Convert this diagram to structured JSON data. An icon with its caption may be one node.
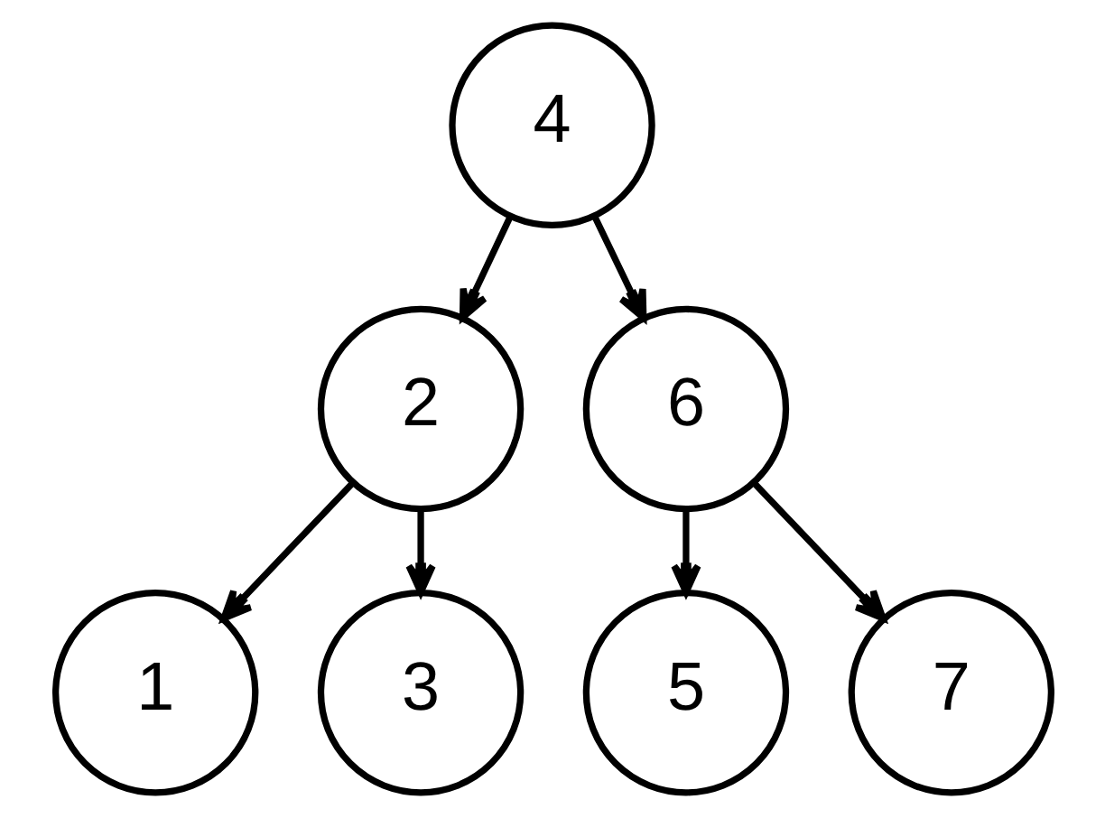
{
  "diagram": {
    "nodes": [
      {
        "text": [
          "4"
        ]
      },
      {
        "text": [
          "2"
        ]
      },
      {
        "text": [
          "6"
        ]
      },
      {
        "text": [
          "1"
        ]
      },
      {
        "text": [
          "3"
        ]
      },
      {
        "text": [
          "5"
        ]
      },
      {
        "text": [
          "7"
        ]
      }
    ],
    "edges": [
      {
        "from": 0,
        "to": 1,
        "arrow": "to"
      },
      {
        "from": 0,
        "to": 2,
        "arrow": "to"
      },
      {
        "from": 1,
        "to": 3,
        "arrow": "to"
      },
      {
        "from": 1,
        "to": 4,
        "arrow": "to"
      },
      {
        "from": 2,
        "to": 5,
        "arrow": "to"
      },
      {
        "from": 2,
        "to": 6,
        "arrow": "to"
      }
    ]
  }
}
